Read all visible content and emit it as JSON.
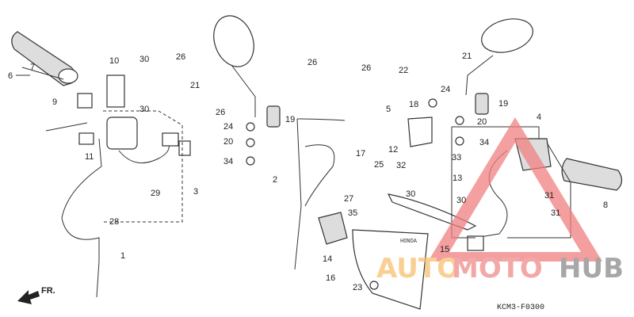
{
  "diagram": {
    "code": "KCM3-F0300",
    "front_marker": "FR.",
    "brand_on_part": "HONDA",
    "callouts": [
      "6",
      "7",
      "9",
      "10",
      "30",
      "30",
      "26",
      "21",
      "26",
      "11",
      "24",
      "20",
      "34",
      "19",
      "29",
      "3",
      "28",
      "1",
      "2",
      "26",
      "26",
      "22",
      "21",
      "24",
      "18",
      "19",
      "5",
      "20",
      "12",
      "17",
      "25",
      "34",
      "32",
      "33",
      "13",
      "4",
      "8",
      "31",
      "31",
      "27",
      "30",
      "30",
      "35",
      "14",
      "15",
      "16",
      "23"
    ]
  },
  "watermark": {
    "text_parts": [
      "AUTO",
      "MOTO",
      "HUB"
    ],
    "colors": {
      "auto": "#f8c070",
      "moto": "#f08c8c",
      "hub": "#8a8a8a",
      "triangle": "#f08080"
    }
  }
}
